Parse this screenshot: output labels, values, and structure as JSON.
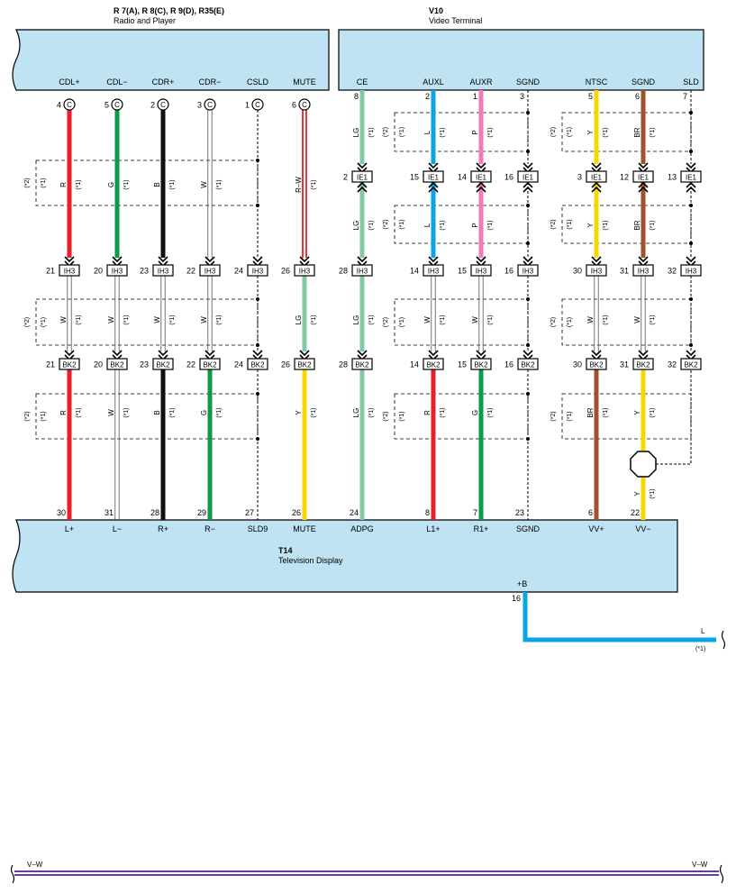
{
  "radio": {
    "title": "R 7(A), R 8(C), R 9(D), R35(E)",
    "subtitle": "Radio and Player"
  },
  "video": {
    "title": "V10",
    "subtitle": "Video Terminal"
  },
  "tv": {
    "title": "T14",
    "subtitle": "Television Display"
  },
  "colors": {
    "R": "#e8202a",
    "G": "#0b9a4a",
    "B": "#111111",
    "W": "#ffffff",
    "Y": "#f7d700",
    "BR": "#a0522d",
    "LG": "#82c8a0",
    "L": "#0aa5e3",
    "P": "#f07bb8",
    "RW_red": "#e8202a",
    "VW": "#6a3d9a",
    "panel": "#bfe3f2"
  },
  "note_labels": {
    "n1": "(*1)",
    "n2": "(*2)"
  },
  "shield_icon": "c-in-circle",
  "connectors": {
    "ih3": "IH3",
    "bk2": "BK2",
    "ie1": "IE1"
  },
  "wires": [
    {
      "id": "cdl_plus",
      "top_pin": "4",
      "top_term": "CDL+",
      "top_c": "C",
      "ih3": "21",
      "bk2": "21",
      "bot_pin": "30",
      "bot_term": "L+",
      "seg1": "R",
      "seg2": "W",
      "seg3": "R"
    },
    {
      "id": "cdl_minus",
      "top_pin": "5",
      "top_term": "CDL−",
      "top_c": "C",
      "ih3": "20",
      "bk2": "20",
      "bot_pin": "31",
      "bot_term": "L−",
      "seg1": "G",
      "seg2": "W",
      "seg3": "W"
    },
    {
      "id": "cdr_plus",
      "top_pin": "2",
      "top_term": "CDR+",
      "top_c": "C",
      "ih3": "23",
      "bk2": "23",
      "bot_pin": "28",
      "bot_term": "R+",
      "seg1": "B",
      "seg2": "W",
      "seg3": "B"
    },
    {
      "id": "cdr_minus",
      "top_pin": "3",
      "top_term": "CDR−",
      "top_c": "C",
      "ih3": "22",
      "bk2": "22",
      "bot_pin": "29",
      "bot_term": "R−",
      "seg1": "W",
      "seg2": "W",
      "seg3": "G"
    },
    {
      "id": "csld",
      "top_pin": "1",
      "top_term": "CSLD",
      "top_c": "C",
      "ih3": "24",
      "bk2": "24",
      "bot_pin": "27",
      "bot_term": "SLD9"
    },
    {
      "id": "mute",
      "top_pin": "6",
      "top_term": "MUTE",
      "top_c": "C",
      "ih3": "26",
      "bk2": "26",
      "bot_pin": "26",
      "bot_term": "MUTE",
      "seg1": "R–W",
      "seg2": "LG",
      "seg3": "Y"
    },
    {
      "id": "ce",
      "top_pin": "8",
      "top_term": "CE",
      "ie1": "2",
      "ih3": "28",
      "bk2": "28",
      "bot_pin": "24",
      "bot_term": "ADPG",
      "seg1": "LG",
      "seg1b": "LG",
      "seg2": "LG",
      "seg3": "LG"
    },
    {
      "id": "auxl",
      "top_pin": "2",
      "top_term": "AUXL",
      "ie1": "15",
      "ih3": "14",
      "bk2": "14",
      "bot_pin": "8",
      "bot_term": "L1+",
      "seg1": "L",
      "seg1b": "L",
      "seg2": "W",
      "seg3": "R"
    },
    {
      "id": "auxr",
      "top_pin": "1",
      "top_term": "AUXR",
      "ie1": "14",
      "ih3": "15",
      "bk2": "15",
      "bot_pin": "7",
      "bot_term": "R1+",
      "seg1": "P",
      "seg1b": "P",
      "seg2": "W",
      "seg3": "G"
    },
    {
      "id": "sgnd_a",
      "top_pin": "3",
      "top_term": "SGND",
      "ie1": "16",
      "ih3": "16",
      "bk2": "16",
      "bot_pin": "23",
      "bot_term": "SGND"
    },
    {
      "id": "ntsc",
      "top_pin": "5",
      "top_term": "NTSC",
      "ie1": "3",
      "ih3": "30",
      "bk2": "30",
      "bot_pin": "6",
      "bot_term": "VV+",
      "seg1": "Y",
      "seg1b": "Y",
      "seg2": "W",
      "seg3": "BR"
    },
    {
      "id": "sgnd_b",
      "top_pin": "6",
      "top_term": "SGND",
      "ie1": "12",
      "ih3": "31",
      "bk2": "31",
      "bot_pin": "22",
      "bot_term": "VV−",
      "seg1": "BR",
      "seg1b": "BR",
      "seg2": "W",
      "seg3": "Y",
      "seg4": "Y"
    },
    {
      "id": "sld",
      "top_pin": "7",
      "top_term": "SLD",
      "ie1": "13",
      "ih3": "32",
      "bk2": "32"
    }
  ],
  "power": {
    "pin": "16",
    "term": "+B",
    "wire": "L"
  },
  "bottom_bus": {
    "left": "V–W",
    "right": "V–W"
  }
}
